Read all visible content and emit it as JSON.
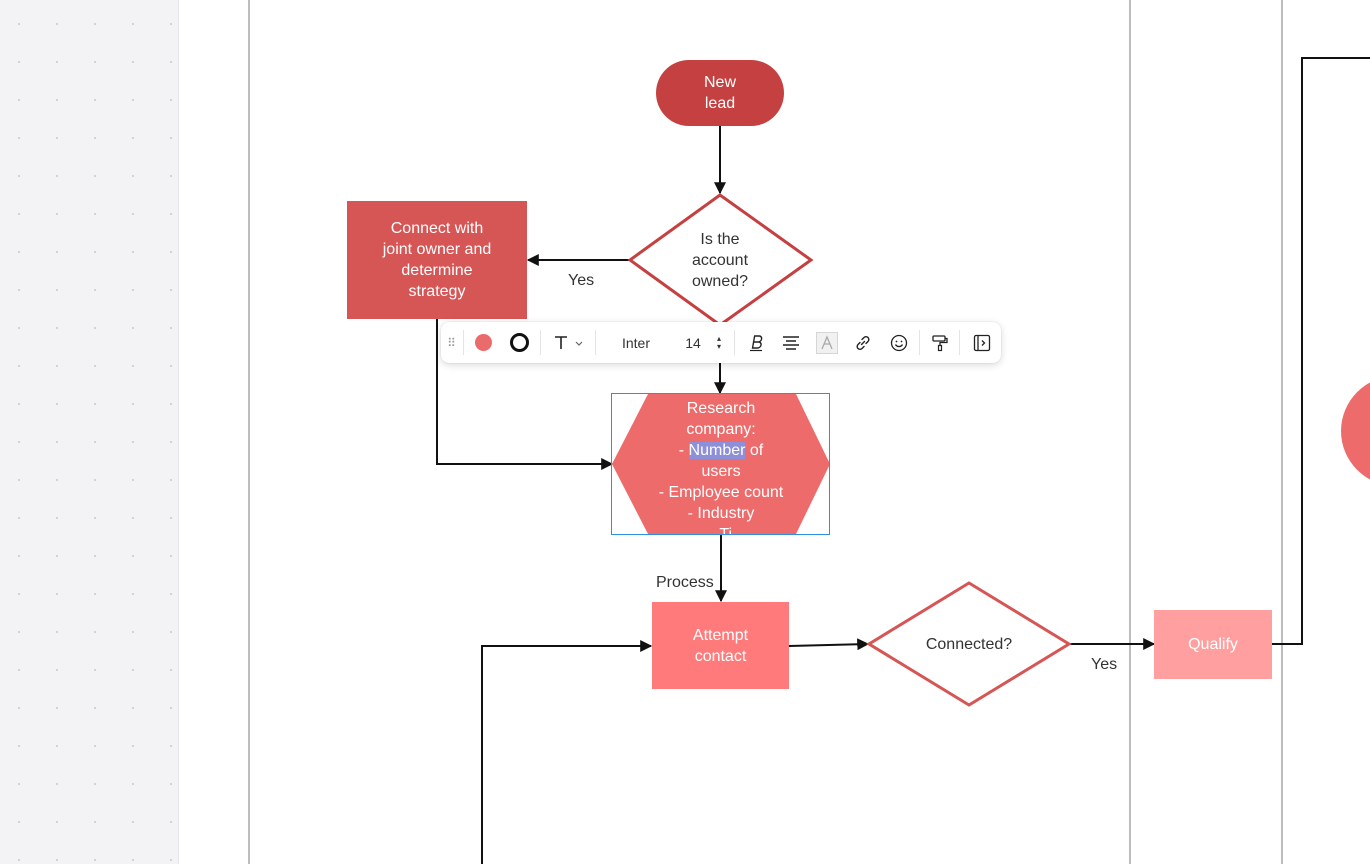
{
  "canvas": {
    "background": "#ffffff",
    "side_background": "#f3f3f5"
  },
  "nodes": {
    "new_lead": {
      "label": "New\nlead",
      "color": "#c54040"
    },
    "account_owned": {
      "label": "Is the\naccount\nowned?",
      "stroke": "#c54040"
    },
    "connect_owner": {
      "label": "Connect with\njoint owner and\ndetermine\nstrategy",
      "color": "#d65555"
    },
    "research": {
      "lines": {
        "l1": "Research",
        "l2": "company:",
        "l3_prefix": "- ",
        "l3_highlight": "Number",
        "l3_suffix": " of",
        "l4": "users",
        "l5": "- Employee count",
        "l6": "- Industry",
        "l7": "- Ti"
      },
      "color": "#ee6b6b"
    },
    "attempt_contact": {
      "label": "Attempt\ncontact",
      "color": "#ff7b7b"
    },
    "connected": {
      "label": "Connected?",
      "stroke": "#d65555"
    },
    "qualify": {
      "label": "Qualify",
      "color": "#ff9f9f"
    }
  },
  "edge_labels": {
    "yes_owned": "Yes",
    "process": "Process",
    "yes_connected": "Yes"
  },
  "toolbar": {
    "drag_icon": "drag-handle-icon",
    "fill_color": "#ea6b6b",
    "stroke_color": "#111111",
    "font_name": "Inter",
    "font_size": "14",
    "stepper_up": "▴",
    "stepper_down": "▾",
    "icons": [
      "text-style-icon",
      "chevron-down-icon",
      "bold-icon",
      "align-center-icon",
      "text-highlight-icon",
      "link-icon",
      "emoji-icon",
      "format-painter-icon",
      "collapse-panel-icon"
    ]
  }
}
